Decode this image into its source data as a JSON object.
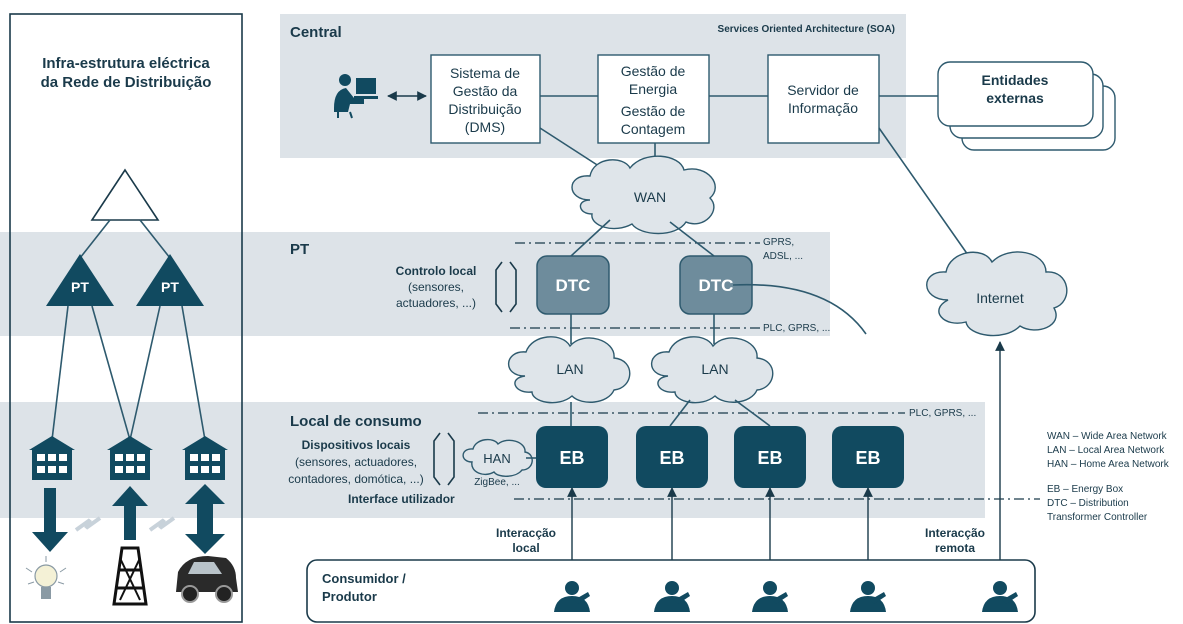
{
  "left_panel": {
    "title_line1": "Infra-estrutura eléctrica",
    "title_line2": "da Rede de Distribuição",
    "pt_labels": [
      "PT",
      "PT"
    ]
  },
  "central": {
    "label": "Central",
    "soa": "Services Oriented Architecture (SOA)",
    "dms": [
      "Sistema de",
      "Gestão da",
      "Distribuição",
      "(DMS)"
    ],
    "gestao": [
      "Gestão de",
      "Energia",
      "Gestão de",
      "Contagem"
    ],
    "servidor": [
      "Servidor de",
      "Informação"
    ],
    "entidades": [
      "Entidades",
      "externas"
    ]
  },
  "networks": {
    "wan": "WAN",
    "lan": "LAN",
    "han": "HAN",
    "internet": "Internet"
  },
  "pt_section": {
    "label": "PT",
    "controlo": [
      "Controlo local",
      "(sensores,",
      "actuadores, ...)"
    ],
    "dtc": "DTC",
    "gprs_adsl": [
      "GPRS,",
      "ADSL, ..."
    ],
    "plc_gprs": "PLC, GPRS, ..."
  },
  "local_section": {
    "label": "Local de consumo",
    "plc_gprs": "PLC, GPRS, ...",
    "dispositivos_title": "Dispositivos locais",
    "dispositivos": [
      "(sensores, actuadores,",
      "contadores, domótica, ...)"
    ],
    "zigbee": "ZigBee, ...",
    "eb": "EB",
    "interface": "Interface utilizador"
  },
  "interaction": {
    "local": [
      "Interacção",
      "local"
    ],
    "remote": [
      "Interacção",
      "remota"
    ]
  },
  "consumer": [
    "Consumidor /",
    "Produtor"
  ],
  "legend": [
    "WAN – Wide Area Network",
    "LAN – Local Area Network",
    "HAN – Home Area Network",
    "EB – Energy Box",
    "DTC – Distribution",
    "Transformer Controller"
  ],
  "colors": {
    "dark": "#114a60",
    "band": "#dde3e8",
    "dtc": "#6e8c9c",
    "text": "#1a3a4a"
  }
}
